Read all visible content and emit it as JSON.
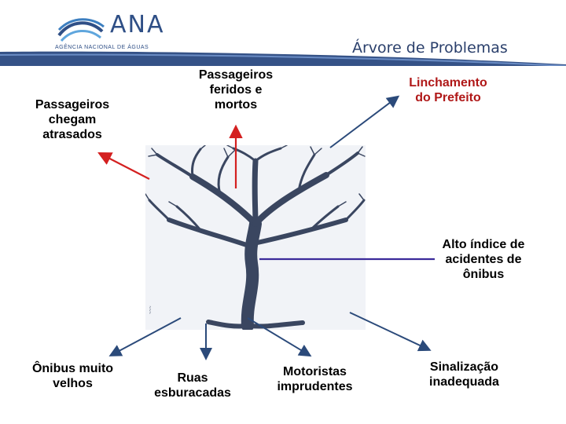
{
  "header": {
    "logo_text": "ANA",
    "logo_subtitle": "AGÊNCIA NACIONAL DE ÁGUAS",
    "title": "Árvore de Problemas"
  },
  "central_problem": "Alto índice de\nacidentes de\nônibus",
  "effects": [
    "Passageiros\nchegam\natrasados",
    "Passageiros\nferidos e\nmortos",
    "Linchamento\ndo Prefeito"
  ],
  "causes": [
    "Ônibus muito\nvelhos",
    "Ruas\nesburacadas",
    "Motoristas\nimprudentes",
    "Sinalização\ninadequada"
  ],
  "colors": {
    "effect_arrow": "#d42020",
    "cause_arrow": "#2b4a7a",
    "center_arrow": "#3b2a9a",
    "effect_text": "#b01818",
    "brand": "#2f4f86"
  }
}
